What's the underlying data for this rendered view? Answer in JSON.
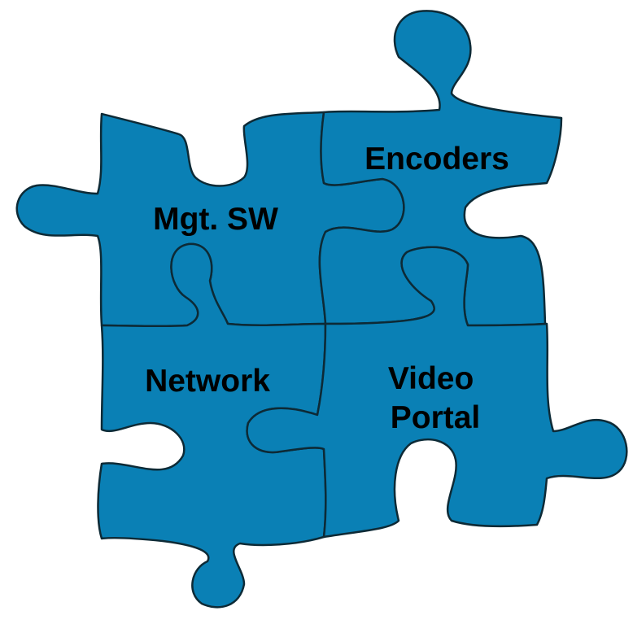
{
  "colors": {
    "piece_fill": "#0a80b5",
    "piece_outline": "#0d2a36",
    "label_text": "#000000",
    "background": "#ffffff"
  },
  "pieces": {
    "mgt_sw": {
      "label_lines": [
        "Mgt. SW"
      ]
    },
    "encoders": {
      "label_lines": [
        "Encoders"
      ]
    },
    "network": {
      "label_lines": [
        "Network"
      ]
    },
    "video_portal": {
      "label_lines": [
        "Video",
        "Portal"
      ]
    }
  }
}
